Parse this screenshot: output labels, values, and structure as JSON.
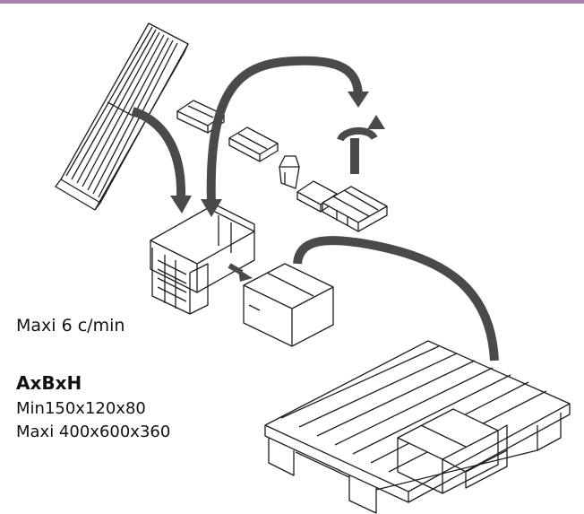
{
  "colors": {
    "top_bar": "#a77fb0",
    "arrow": "#4a4a4a",
    "line": "#1e1e1e",
    "text": "#111111"
  },
  "text": {
    "speed": "Maxi 6 c/min",
    "dims_title": "AxBxH",
    "dims_min": "Min150x120x80",
    "dims_max": "Maxi 400x600x360"
  },
  "illustration": {
    "subjects": [
      "flat-blanks-stack",
      "erector",
      "small-product-boxes",
      "filled-case",
      "pallet-with-cases"
    ]
  }
}
